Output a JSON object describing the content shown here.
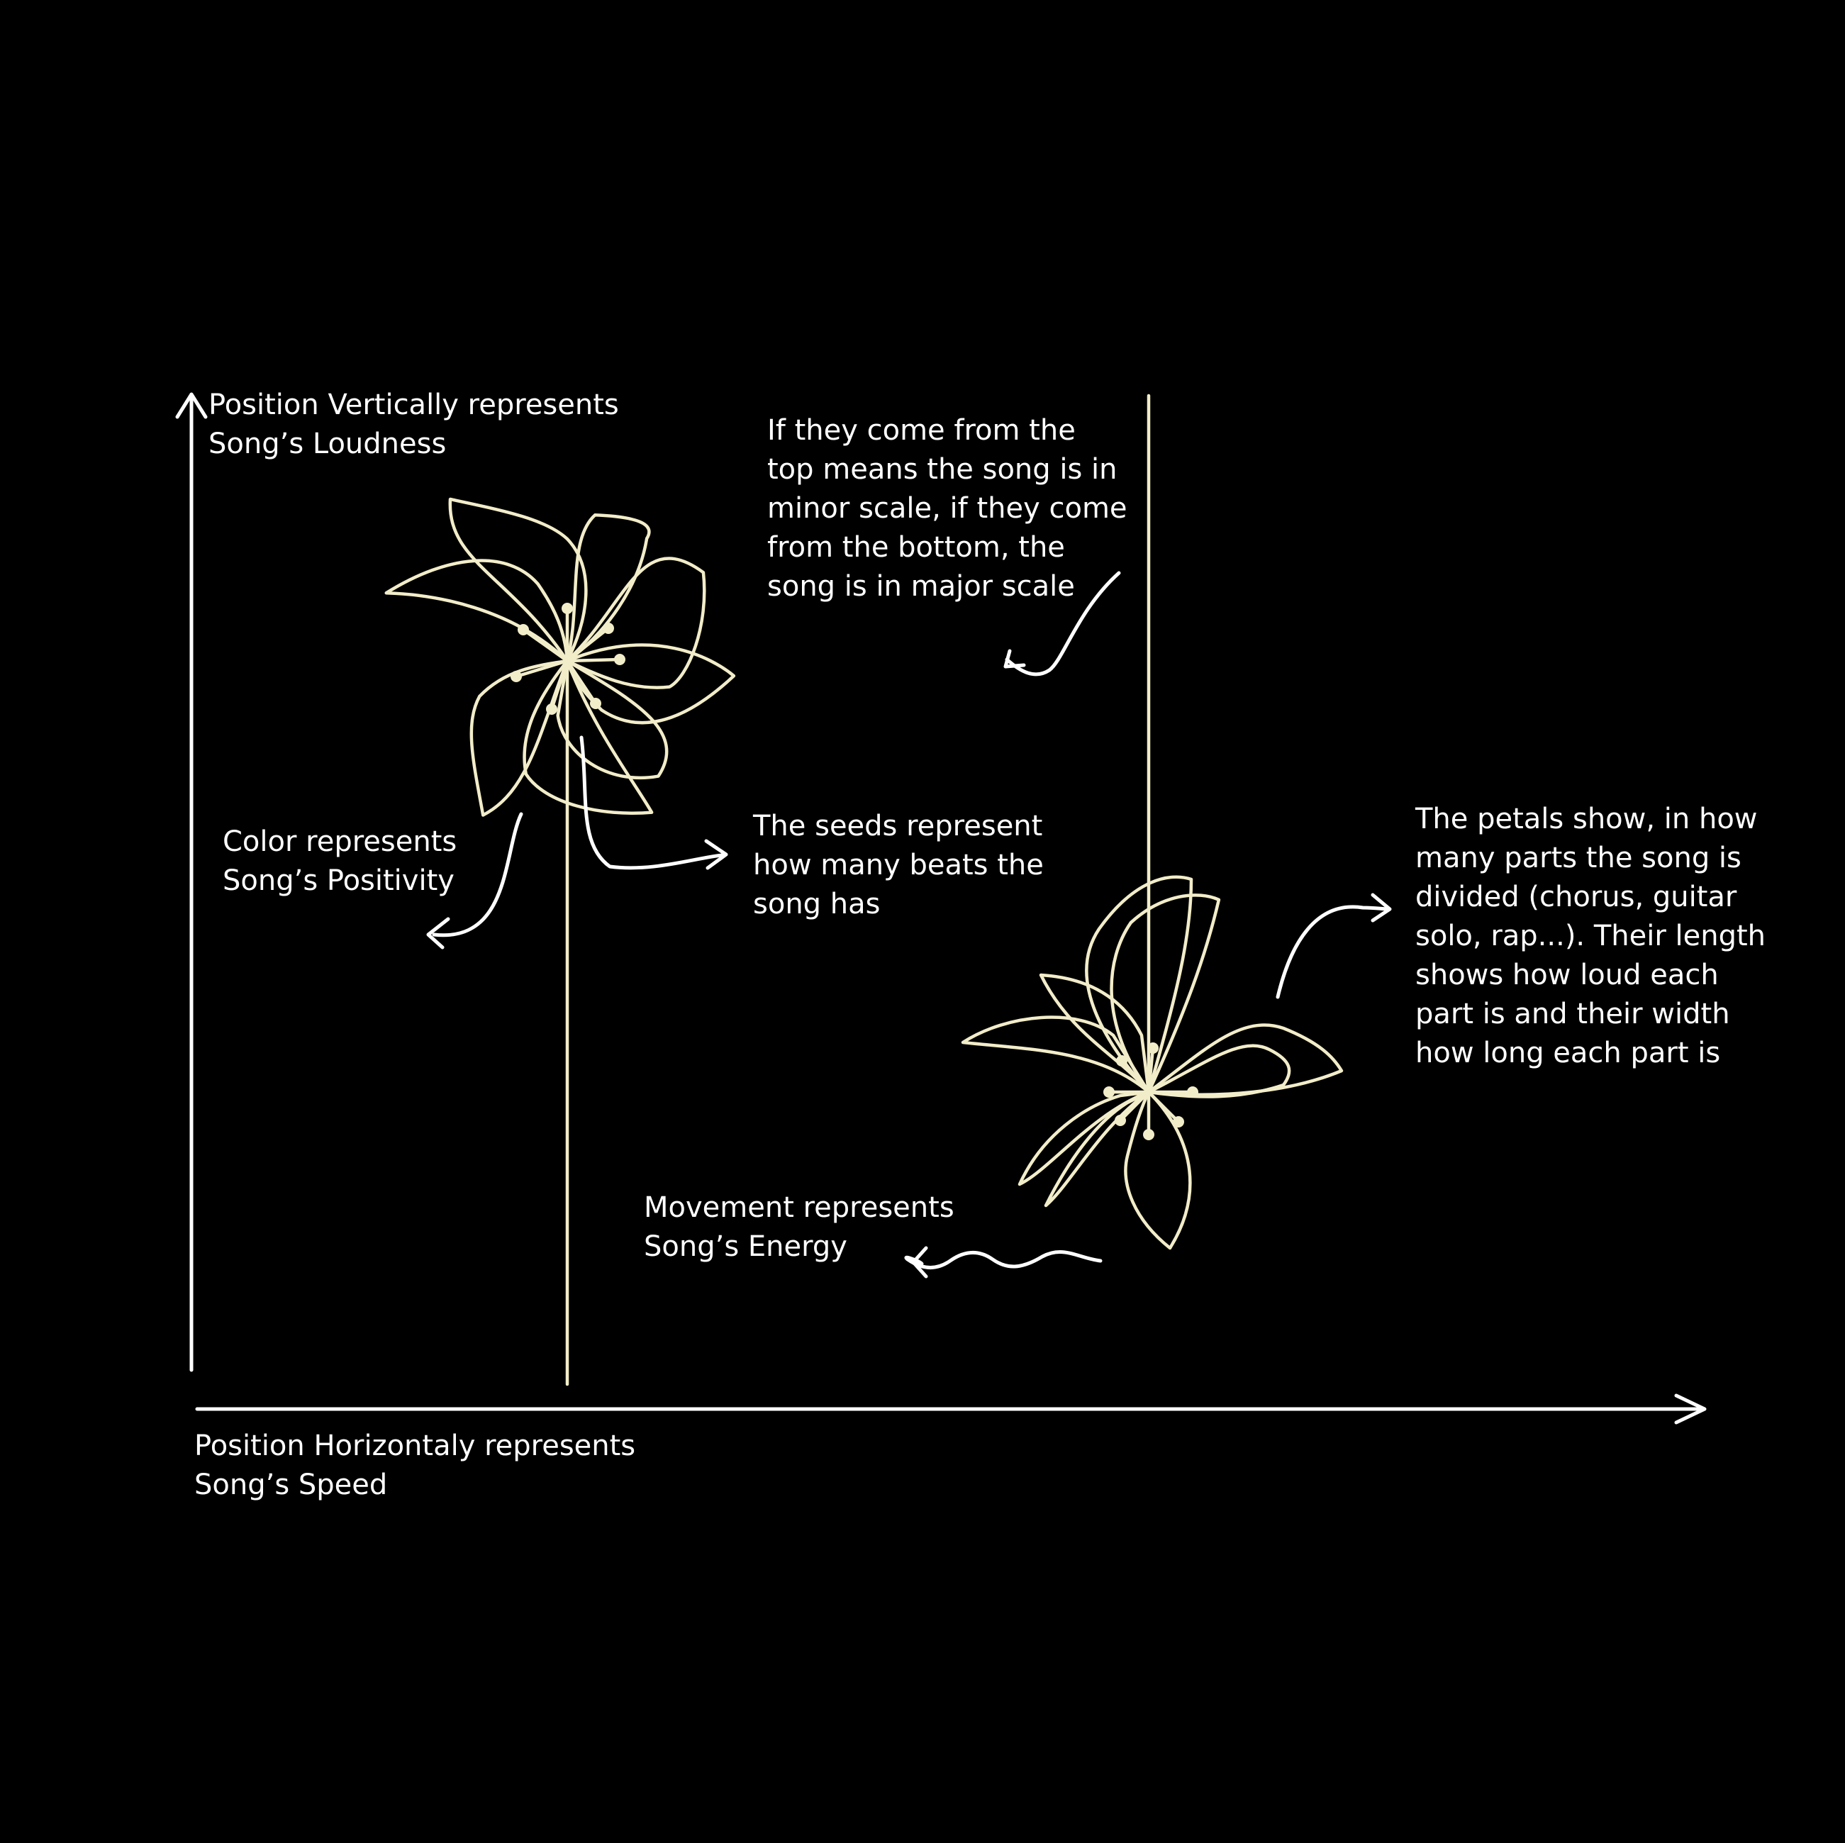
{
  "colors": {
    "background": "#000000",
    "annotation_text": "#ffffff",
    "flower_stroke": "#f2edc9"
  },
  "annotations": {
    "vertical_axis": [
      "Position Vertically represents",
      "Song’s Loudness"
    ],
    "horizontal_axis": [
      "Position Horizontaly represents",
      "Song’s Speed"
    ],
    "scale": [
      "If they come from the",
      "top means the song is in",
      "minor scale, if they come",
      "from the bottom, the",
      "song is in major scale"
    ],
    "color": [
      "Color represents",
      "Song’s Positivity"
    ],
    "seeds": [
      "The seeds represent",
      "how many beats the",
      "song has"
    ],
    "petals": [
      "The petals show, in how",
      "many parts the song is",
      "divided (chorus, guitar",
      "solo, rap...). Their length",
      "shows how loud each",
      "part is and their width",
      "how long each part is"
    ],
    "movement": [
      "Movement  represents",
      "Song’s  Energy"
    ]
  },
  "icons": {
    "axis_arrow": "arrow-icon",
    "pointer_arrow": "curved-arrow-icon",
    "movement_arrow": "wavy-arrow-icon"
  }
}
